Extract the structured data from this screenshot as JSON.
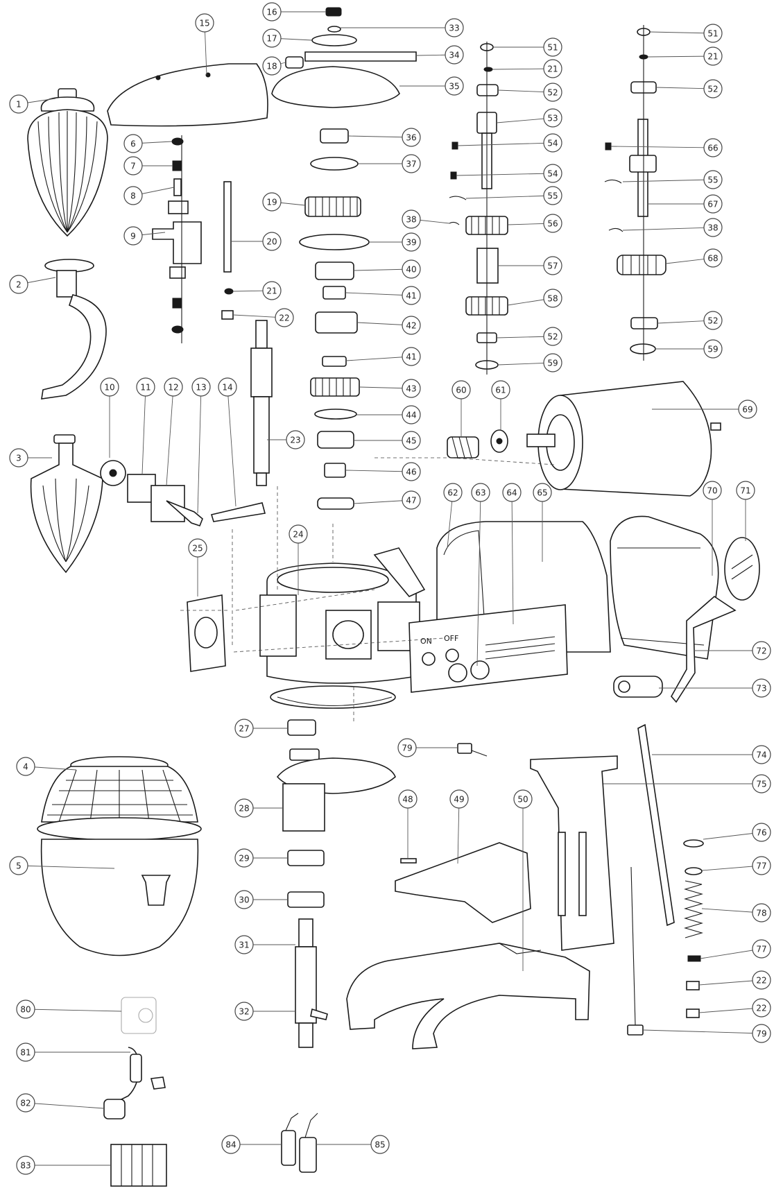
{
  "callouts": [
    {
      "id": "c1",
      "label": "1"
    },
    {
      "id": "c2",
      "label": "2"
    },
    {
      "id": "c3",
      "label": "3"
    },
    {
      "id": "c4",
      "label": "4"
    },
    {
      "id": "c5",
      "label": "5"
    },
    {
      "id": "c6",
      "label": "6"
    },
    {
      "id": "c7",
      "label": "7"
    },
    {
      "id": "c8",
      "label": "8"
    },
    {
      "id": "c9",
      "label": "9"
    },
    {
      "id": "c10",
      "label": "10"
    },
    {
      "id": "c11",
      "label": "11"
    },
    {
      "id": "c12",
      "label": "12"
    },
    {
      "id": "c13",
      "label": "13"
    },
    {
      "id": "c14",
      "label": "14"
    },
    {
      "id": "c15",
      "label": "15"
    },
    {
      "id": "c16",
      "label": "16"
    },
    {
      "id": "c17",
      "label": "17"
    },
    {
      "id": "c18",
      "label": "18"
    },
    {
      "id": "c19",
      "label": "19"
    },
    {
      "id": "c20",
      "label": "20"
    },
    {
      "id": "c21a",
      "label": "21"
    },
    {
      "id": "c22a",
      "label": "22"
    },
    {
      "id": "c23",
      "label": "23"
    },
    {
      "id": "c24",
      "label": "24"
    },
    {
      "id": "c25",
      "label": "25"
    },
    {
      "id": "c27",
      "label": "27"
    },
    {
      "id": "c28",
      "label": "28"
    },
    {
      "id": "c29",
      "label": "29"
    },
    {
      "id": "c30",
      "label": "30"
    },
    {
      "id": "c31",
      "label": "31"
    },
    {
      "id": "c32",
      "label": "32"
    },
    {
      "id": "c33",
      "label": "33"
    },
    {
      "id": "c34",
      "label": "34"
    },
    {
      "id": "c35",
      "label": "35"
    },
    {
      "id": "c36",
      "label": "36"
    },
    {
      "id": "c37",
      "label": "37"
    },
    {
      "id": "c38a",
      "label": "38"
    },
    {
      "id": "c39",
      "label": "39"
    },
    {
      "id": "c40",
      "label": "40"
    },
    {
      "id": "c41a",
      "label": "41"
    },
    {
      "id": "c42",
      "label": "42"
    },
    {
      "id": "c41b",
      "label": "41"
    },
    {
      "id": "c43",
      "label": "43"
    },
    {
      "id": "c44",
      "label": "44"
    },
    {
      "id": "c45",
      "label": "45"
    },
    {
      "id": "c46",
      "label": "46"
    },
    {
      "id": "c47",
      "label": "47"
    },
    {
      "id": "c48",
      "label": "48"
    },
    {
      "id": "c49",
      "label": "49"
    },
    {
      "id": "c50",
      "label": "50"
    },
    {
      "id": "c51a",
      "label": "51"
    },
    {
      "id": "c21b",
      "label": "21"
    },
    {
      "id": "c52a",
      "label": "52"
    },
    {
      "id": "c53",
      "label": "53"
    },
    {
      "id": "c54a",
      "label": "54"
    },
    {
      "id": "c54b",
      "label": "54"
    },
    {
      "id": "c55a",
      "label": "55"
    },
    {
      "id": "c56",
      "label": "56"
    },
    {
      "id": "c57",
      "label": "57"
    },
    {
      "id": "c58",
      "label": "58"
    },
    {
      "id": "c52b",
      "label": "52"
    },
    {
      "id": "c59a",
      "label": "59"
    },
    {
      "id": "c51b",
      "label": "51"
    },
    {
      "id": "c21c",
      "label": "21"
    },
    {
      "id": "c52c",
      "label": "52"
    },
    {
      "id": "c66",
      "label": "66"
    },
    {
      "id": "c55b",
      "label": "55"
    },
    {
      "id": "c67",
      "label": "67"
    },
    {
      "id": "c38b",
      "label": "38"
    },
    {
      "id": "c68",
      "label": "68"
    },
    {
      "id": "c52d",
      "label": "52"
    },
    {
      "id": "c59b",
      "label": "59"
    },
    {
      "id": "c60",
      "label": "60"
    },
    {
      "id": "c61",
      "label": "61"
    },
    {
      "id": "c69",
      "label": "69"
    },
    {
      "id": "c62",
      "label": "62"
    },
    {
      "id": "c63",
      "label": "63"
    },
    {
      "id": "c64",
      "label": "64"
    },
    {
      "id": "c65",
      "label": "65"
    },
    {
      "id": "c70",
      "label": "70"
    },
    {
      "id": "c71",
      "label": "71"
    },
    {
      "id": "c72",
      "label": "72"
    },
    {
      "id": "c73",
      "label": "73"
    },
    {
      "id": "c74",
      "label": "74"
    },
    {
      "id": "c75",
      "label": "75"
    },
    {
      "id": "c76",
      "label": "76"
    },
    {
      "id": "c77a",
      "label": "77"
    },
    {
      "id": "c78",
      "label": "78"
    },
    {
      "id": "c77b",
      "label": "77"
    },
    {
      "id": "c22b",
      "label": "22"
    },
    {
      "id": "c22c",
      "label": "22"
    },
    {
      "id": "c79a",
      "label": "79"
    },
    {
      "id": "c79b",
      "label": "79"
    },
    {
      "id": "c80",
      "label": "80"
    },
    {
      "id": "c81",
      "label": "81"
    },
    {
      "id": "c82",
      "label": "82"
    },
    {
      "id": "c83",
      "label": "83"
    },
    {
      "id": "c84",
      "label": "84"
    },
    {
      "id": "c85",
      "label": "85"
    }
  ],
  "control_panel": {
    "on_label": "ON",
    "off_label": "OFF"
  }
}
